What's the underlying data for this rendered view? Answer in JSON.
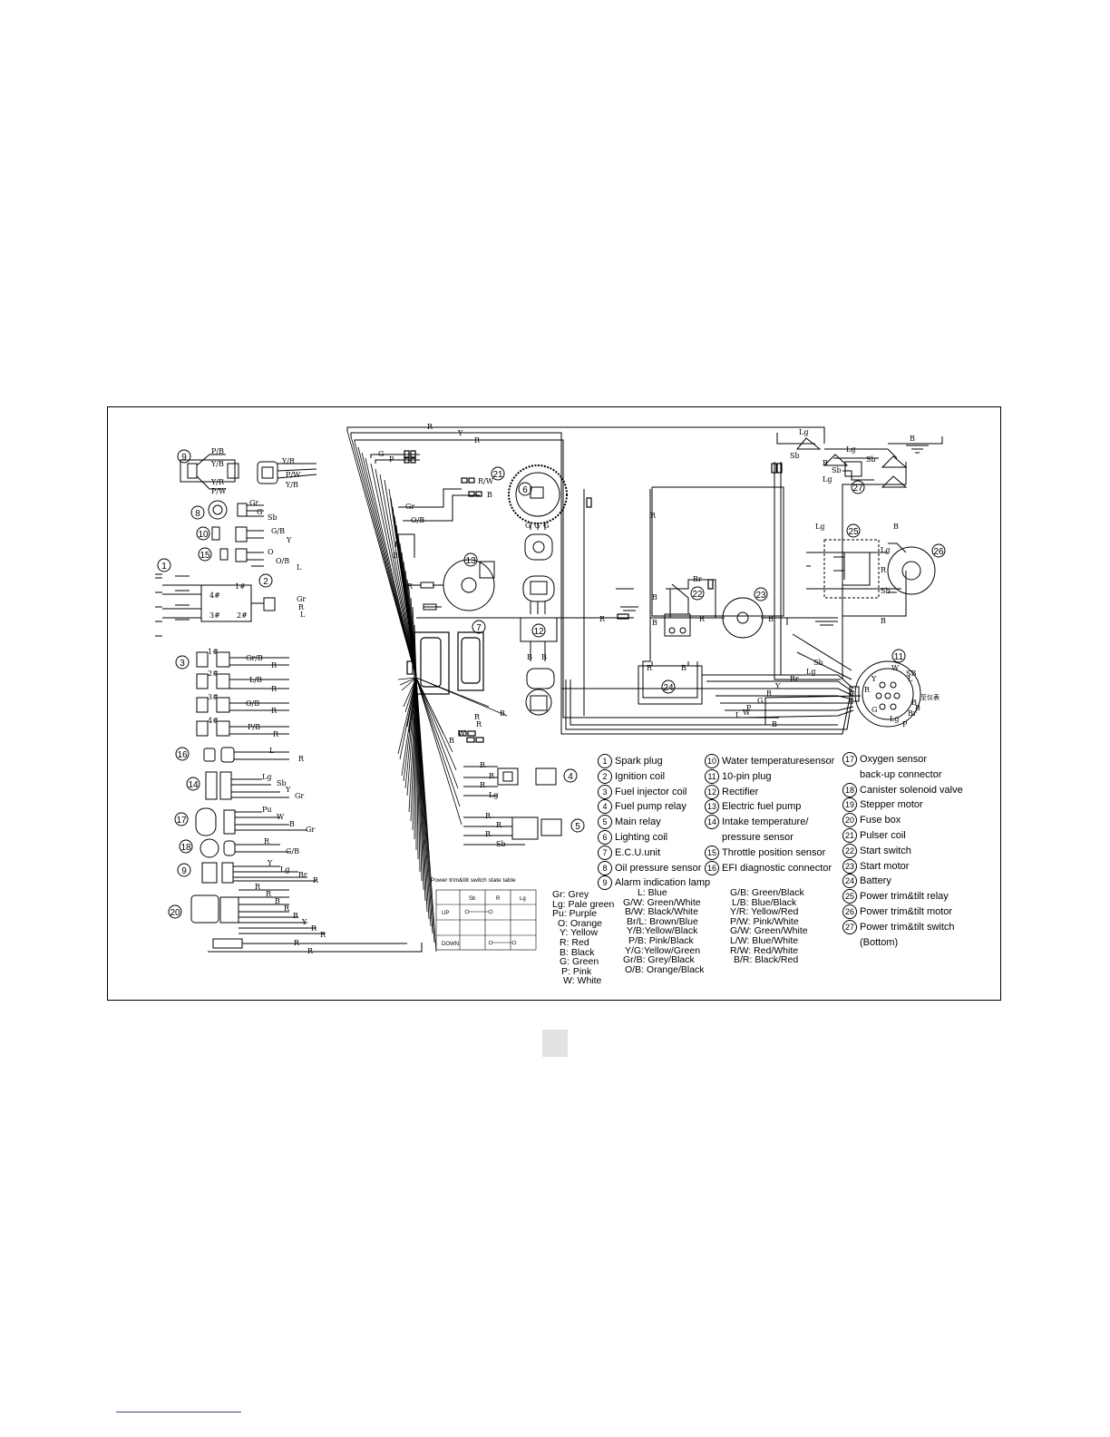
{
  "components": [
    {
      "num": "1",
      "name": "Spark plug"
    },
    {
      "num": "2",
      "name": "Ignition coil"
    },
    {
      "num": "3",
      "name": "Fuel injector coil"
    },
    {
      "num": "4",
      "name": "Fuel pump relay"
    },
    {
      "num": "5",
      "name": "Main relay"
    },
    {
      "num": "6",
      "name": "Lighting coil"
    },
    {
      "num": "7",
      "name": "E.C.U.unit"
    },
    {
      "num": "8",
      "name": "Oil pressure sensor"
    },
    {
      "num": "9",
      "name": "Alarm indication lamp"
    },
    {
      "num": "10",
      "name": "Water temperaturesensor"
    },
    {
      "num": "11",
      "name": "10-pin plug"
    },
    {
      "num": "12",
      "name": "Rectifier"
    },
    {
      "num": "13",
      "name": "Electric fuel pump"
    },
    {
      "num": "14",
      "name": "Intake temperature/",
      "name2": "pressure sensor"
    },
    {
      "num": "15",
      "name": "Throttle position sensor"
    },
    {
      "num": "16",
      "name": "EFI diagnostic connector"
    },
    {
      "num": "17",
      "name": "Oxygen sensor",
      "name2": "back-up connector"
    },
    {
      "num": "18",
      "name": "Canister solenoid valve"
    },
    {
      "num": "19",
      "name": "Stepper motor"
    },
    {
      "num": "20",
      "name": "Fuse box"
    },
    {
      "num": "21",
      "name": "Pulser coil"
    },
    {
      "num": "22",
      "name": "Start switch"
    },
    {
      "num": "23",
      "name": "Start motor"
    },
    {
      "num": "24",
      "name": "Battery"
    },
    {
      "num": "25",
      "name": "Power trim&tilt relay"
    },
    {
      "num": "26",
      "name": "Power trim&tilt motor"
    },
    {
      "num": "27",
      "name": "Power trim&tilt switch",
      "name2": "(Bottom)"
    }
  ],
  "color_codes": {
    "col1": [
      "Gr: Grey",
      "Lg: Pale green",
      "Pu: Purple",
      "O: Orange",
      "Y: Yellow",
      "R: Red",
      "B: Black",
      "G: Green",
      "P: Pink",
      "W: White"
    ],
    "col2": [
      "L: Blue",
      "G/W: Green/White",
      "B/W: Black/White",
      "Br/L: Brown/Blue",
      "Y/B:Yellow/Black",
      "P/B: Pink/Black",
      "Y/G:Yellow/Green",
      "Gr/B: Grey/Black",
      "O/B: Orange/Black"
    ],
    "col3": [
      "G/B: Green/Black",
      "L/B: Blue/Black",
      "Y/R: Yellow/Red",
      "P/W: Pink/White",
      "G/W: Green/White",
      "L/W: Blue/White",
      "R/W: Red/White",
      "B/R: Black/Red"
    ]
  },
  "switch_table": {
    "title": "Power trim&tilt switch state table",
    "headers": [
      "",
      "Sb",
      "R",
      "Lg"
    ],
    "rows": [
      "UP",
      "",
      "DOWN"
    ]
  },
  "wire_labels": {
    "top": [
      "R",
      "Y",
      "R",
      "G",
      "P",
      "Gr",
      "O/B",
      "R/W",
      "B"
    ],
    "lamp9": [
      "P/B",
      "Y/B",
      "Y/R",
      "P/W"
    ],
    "sensor10": [
      "Y/R",
      "P/W",
      "Y/B"
    ],
    "c8": [
      "Gr",
      "G",
      "Sb"
    ],
    "c10": [
      "G/B",
      "Y"
    ],
    "c15": [
      "O",
      "O/B",
      "L"
    ],
    "coil2": [
      "Gr",
      "R",
      "L"
    ],
    "inj": [
      "Gr/B",
      "R",
      "L/B",
      "R",
      "O/B",
      "R",
      "P/B",
      "R"
    ],
    "c16": [
      "L",
      "R"
    ],
    "c14": [
      "Lg",
      "Sb",
      "Y",
      "Gr"
    ],
    "c17": [
      "Pu",
      "W",
      "B",
      "Gr"
    ],
    "c18": [
      "R",
      "G/B"
    ],
    "c19": [
      "Y",
      "Lg",
      "Br",
      "R"
    ],
    "c20": [
      "R",
      "R",
      "B",
      "R",
      "R",
      "Y",
      "R",
      "R"
    ],
    "bottom": [
      "R",
      "R"
    ],
    "relay4": [
      "R",
      "R",
      "R",
      "Lg"
    ],
    "relay5": [
      "R",
      "R",
      "R",
      "Sb"
    ],
    "ecu_near": [
      "W",
      "B"
    ],
    "right": [
      "Lg",
      "B",
      "Lg",
      "Sb",
      "R",
      "Sb",
      "Lg",
      "Sb",
      "Lg",
      "B",
      "Lg",
      "R",
      "Sb",
      "B",
      "Br",
      "B",
      "R",
      "R",
      "R",
      "B",
      "B",
      "B",
      "R",
      "B",
      "B",
      "R",
      "G",
      "G",
      "G",
      "B",
      "R",
      "R",
      "B",
      "B"
    ],
    "plug11": [
      "Sb",
      "Lg",
      "Br",
      "Y",
      "R",
      "G",
      "P",
      "L",
      "W",
      "B"
    ],
    "plug11_pins": [
      "SB",
      "W",
      "L",
      "Y",
      "R",
      "G",
      "Lg",
      "P",
      "Br",
      "B",
      "B"
    ],
    "injnum": [
      "1#",
      "2#",
      "3#",
      "4#"
    ],
    "coilnum": [
      "4#",
      "1#",
      "3#",
      "2#"
    ],
    "plug11_tag": "至仪表"
  }
}
